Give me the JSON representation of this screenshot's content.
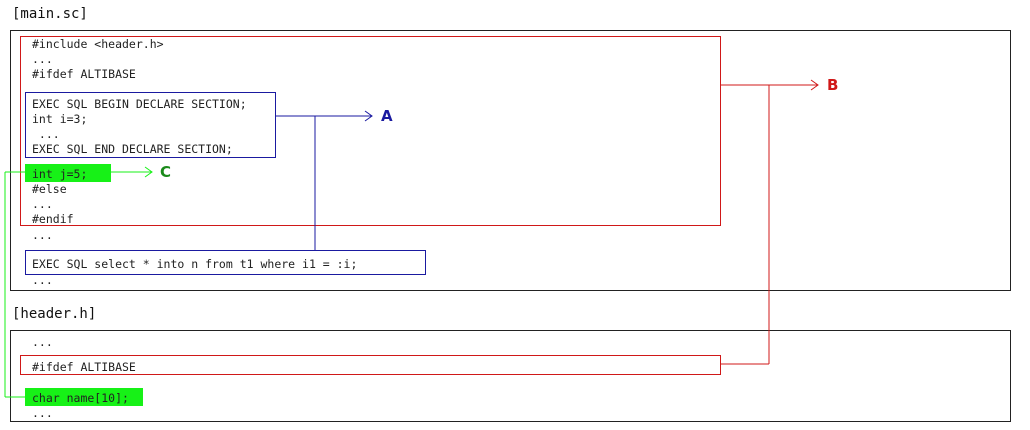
{
  "main_title": "[main.sc]",
  "header_title": "[header.h]",
  "main_code": {
    "include": "#include <header.h>",
    "dots1": "...",
    "ifdef": "#ifdef ALTIBASE",
    "declare_begin": "EXEC SQL BEGIN DECLARE SECTION;",
    "int_i": "int i=3;",
    "dots2": " ...",
    "declare_end": "EXEC SQL END DECLARE SECTION;",
    "int_j": "int j=5;",
    "else": "#else",
    "dots3": "...",
    "endif": "#endif",
    "dots4": "...",
    "select": "EXEC SQL select * into n from t1 where i1 = :i;",
    "dots5": "..."
  },
  "header_code": {
    "dots1": "...",
    "ifdef": "#ifdef ALTIBASE",
    "char_name": "char name[10];",
    "dots2": "..."
  },
  "labels": {
    "a": "A",
    "b": "B",
    "c": "C"
  },
  "colors": {
    "red": "#d01818",
    "blue": "#1a1aa0",
    "green": "#17f117",
    "label_green": "#1a8a1a"
  }
}
